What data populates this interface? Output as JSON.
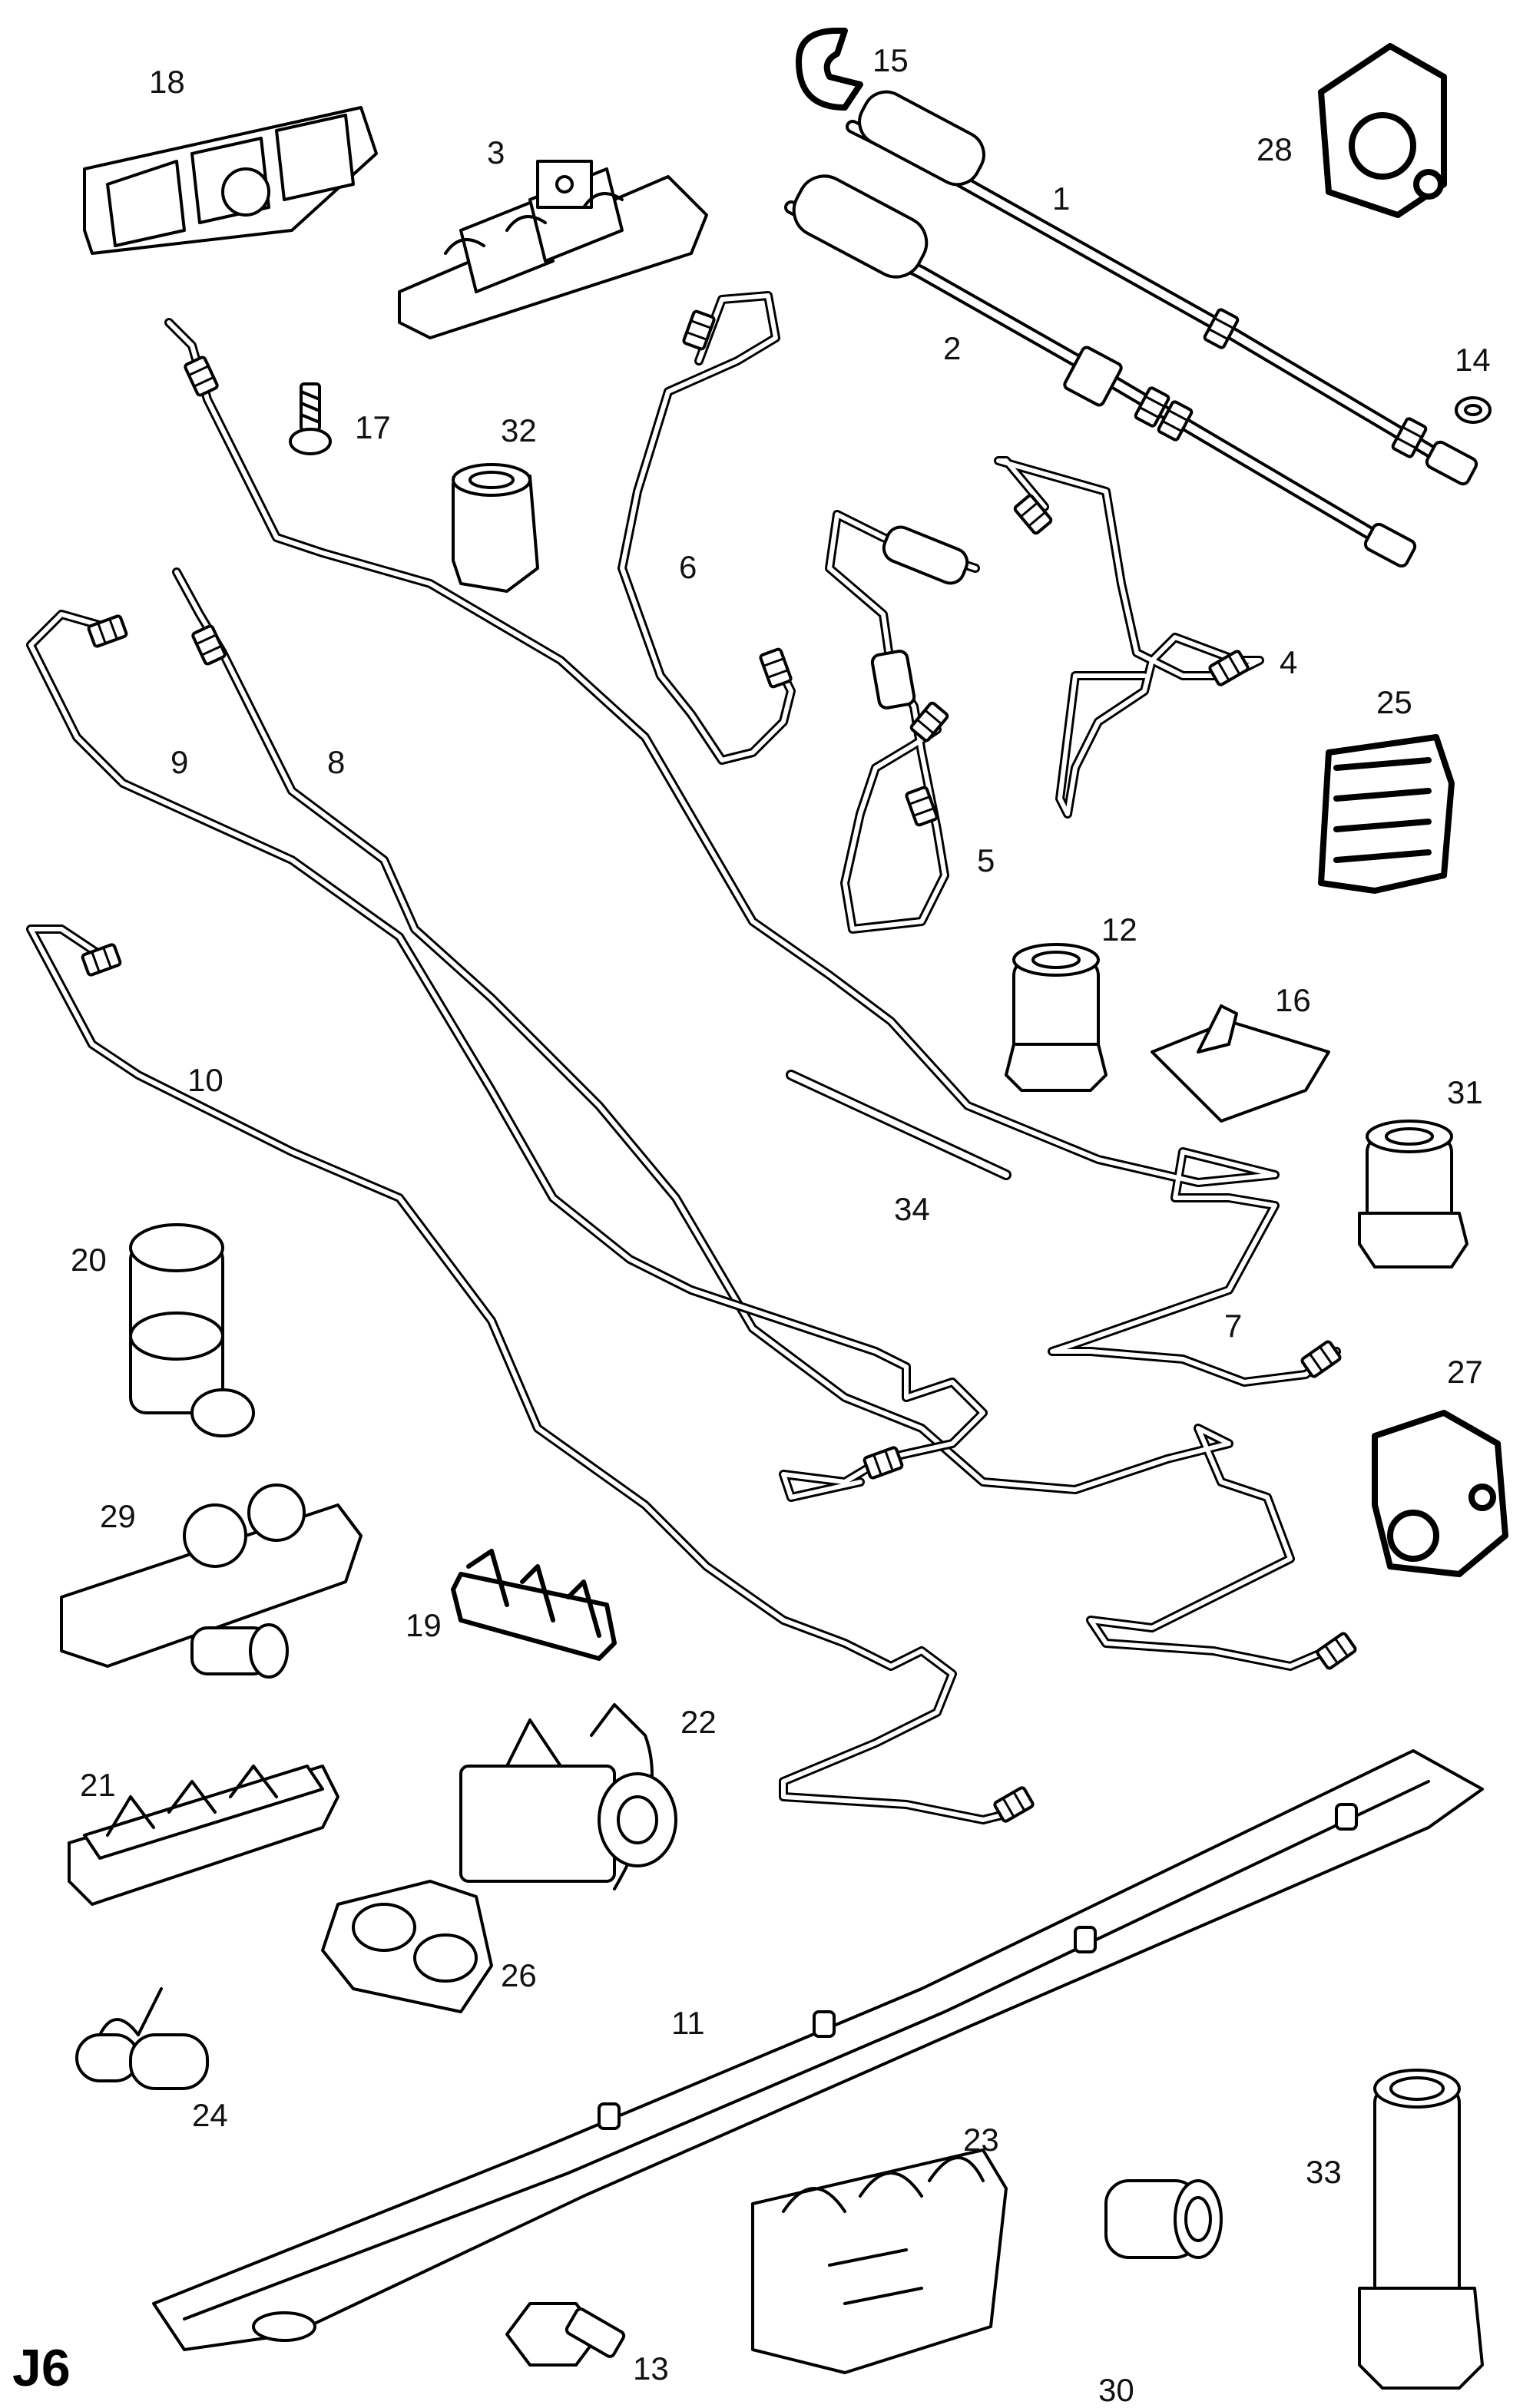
{
  "page_code": "J6",
  "callouts": {
    "c1": "1",
    "c2": "2",
    "c3": "3",
    "c4": "4",
    "c5": "5",
    "c6": "6",
    "c7": "7",
    "c8": "8",
    "c9": "9",
    "c10": "10",
    "c11": "11",
    "c12": "12",
    "c13": "13",
    "c14": "14",
    "c15": "15",
    "c16": "16",
    "c17": "17",
    "c18": "18",
    "c19": "19",
    "c20": "20",
    "c21": "21",
    "c22": "22",
    "c23": "23",
    "c24": "24",
    "c25": "25",
    "c26": "26",
    "c27": "27",
    "c28": "28",
    "c29": "29",
    "c30": "30",
    "c31": "31",
    "c32": "32",
    "c33": "33",
    "c34": "34"
  }
}
